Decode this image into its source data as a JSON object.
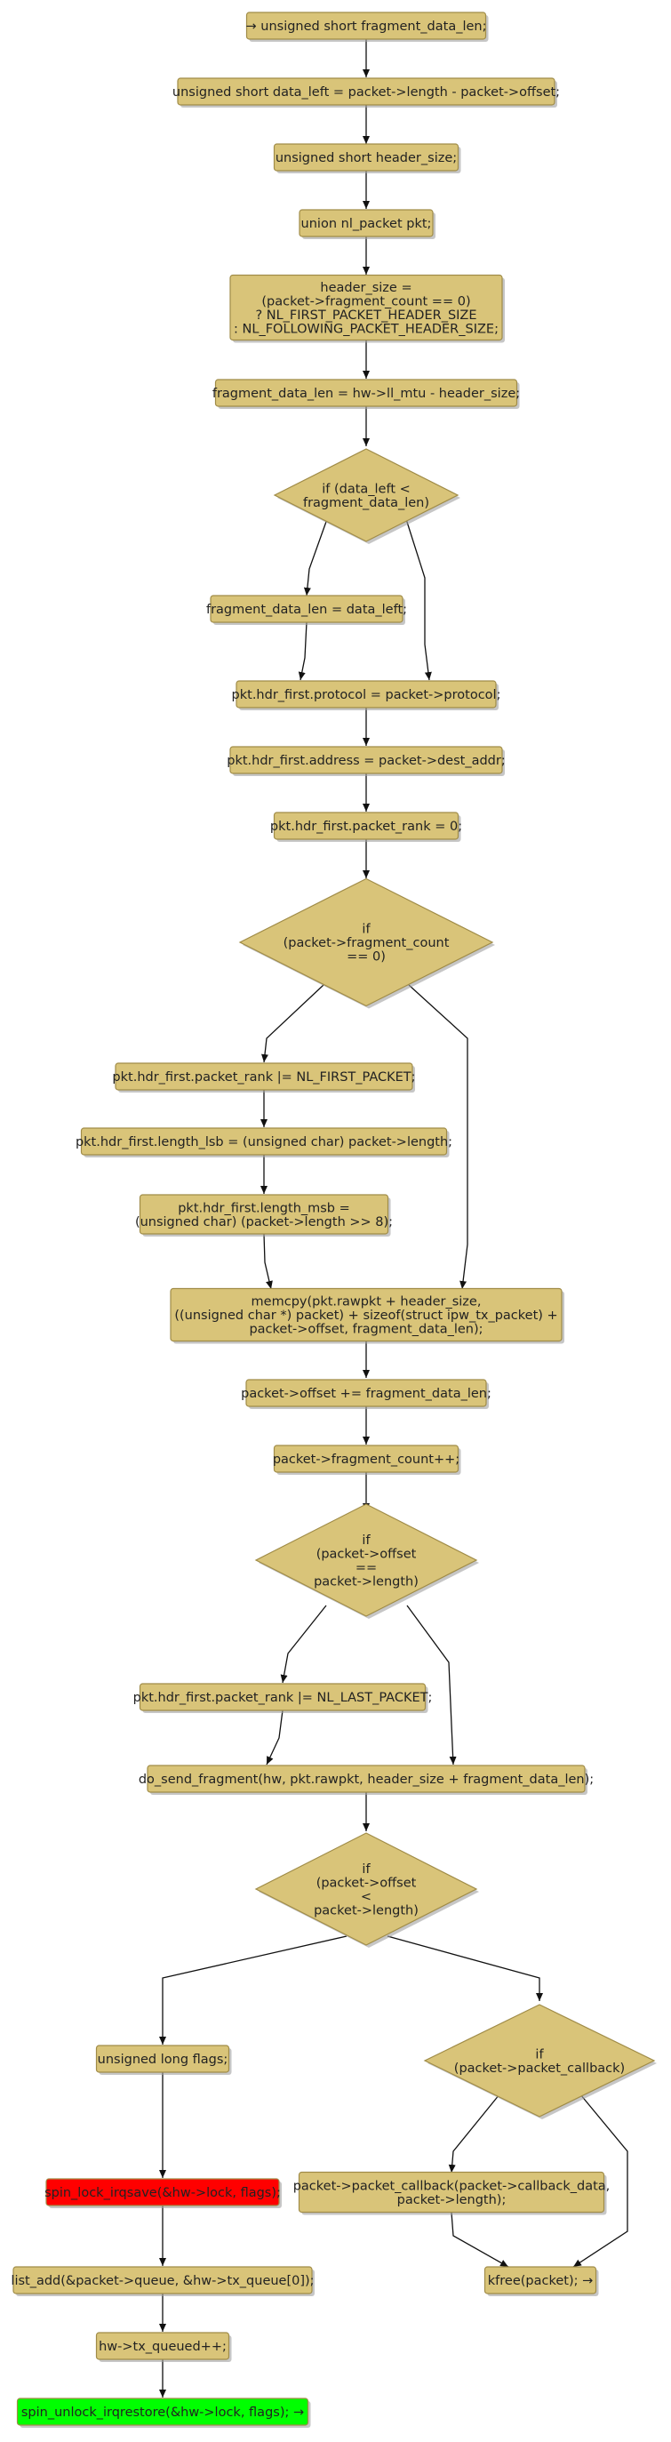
{
  "colors": {
    "node_fill": "#d9c479",
    "node_border": "#a08c48",
    "red_node_fill": "#ff0000",
    "green_node_fill": "#00ff00",
    "edge": "#111111"
  },
  "nodes": [
    {
      "id": "n1",
      "kind": "action",
      "lines": [
        "→ unsigned short fragment_data_len;"
      ]
    },
    {
      "id": "n2",
      "kind": "action",
      "lines": [
        "unsigned short data_left = packet->length - packet->offset;"
      ]
    },
    {
      "id": "n3",
      "kind": "action",
      "lines": [
        "unsigned short header_size;"
      ]
    },
    {
      "id": "n4",
      "kind": "action",
      "lines": [
        "union nl_packet pkt;"
      ]
    },
    {
      "id": "n5",
      "kind": "action",
      "lines": [
        "header_size =",
        "(packet->fragment_count == 0)",
        "? NL_FIRST_PACKET_HEADER_SIZE",
        ": NL_FOLLOWING_PACKET_HEADER_SIZE;"
      ]
    },
    {
      "id": "n6",
      "kind": "action",
      "lines": [
        "fragment_data_len = hw->ll_mtu - header_size;"
      ]
    },
    {
      "id": "d1",
      "kind": "decision",
      "lines": [
        "if (data_left <",
        "fragment_data_len)"
      ]
    },
    {
      "id": "n7",
      "kind": "action",
      "lines": [
        "fragment_data_len = data_left;"
      ]
    },
    {
      "id": "n8",
      "kind": "action",
      "lines": [
        "pkt.hdr_first.protocol = packet->protocol;"
      ]
    },
    {
      "id": "n9",
      "kind": "action",
      "lines": [
        "pkt.hdr_first.address = packet->dest_addr;"
      ]
    },
    {
      "id": "n10",
      "kind": "action",
      "lines": [
        "pkt.hdr_first.packet_rank = 0;"
      ]
    },
    {
      "id": "d2",
      "kind": "decision",
      "lines": [
        "if",
        "(packet->fragment_count",
        "== 0)"
      ]
    },
    {
      "id": "n11",
      "kind": "action",
      "lines": [
        "pkt.hdr_first.packet_rank |= NL_FIRST_PACKET;"
      ]
    },
    {
      "id": "n12",
      "kind": "action",
      "lines": [
        "pkt.hdr_first.length_lsb = (unsigned char) packet->length;"
      ]
    },
    {
      "id": "n13",
      "kind": "action",
      "lines": [
        "pkt.hdr_first.length_msb =",
        "(unsigned char) (packet->length >> 8);"
      ]
    },
    {
      "id": "n14",
      "kind": "action",
      "lines": [
        "memcpy(pkt.rawpkt + header_size,",
        "((unsigned char *) packet) + sizeof(struct ipw_tx_packet) +",
        "packet->offset, fragment_data_len);"
      ]
    },
    {
      "id": "n15",
      "kind": "action",
      "lines": [
        "packet->offset += fragment_data_len;"
      ]
    },
    {
      "id": "n16",
      "kind": "action",
      "lines": [
        "packet->fragment_count++;"
      ]
    },
    {
      "id": "d3",
      "kind": "decision",
      "lines": [
        "if",
        "(packet->offset",
        "==",
        "packet->length)"
      ]
    },
    {
      "id": "n17",
      "kind": "action",
      "lines": [
        "pkt.hdr_first.packet_rank |= NL_LAST_PACKET;"
      ]
    },
    {
      "id": "n18",
      "kind": "action",
      "lines": [
        "do_send_fragment(hw, pkt.rawpkt, header_size + fragment_data_len);"
      ]
    },
    {
      "id": "d4",
      "kind": "decision",
      "lines": [
        "if",
        "(packet->offset",
        "<",
        "packet->length)"
      ]
    },
    {
      "id": "n19",
      "kind": "action",
      "lines": [
        "unsigned long flags;"
      ]
    },
    {
      "id": "d5",
      "kind": "decision",
      "lines": [
        "if",
        "(packet->packet_callback)"
      ]
    },
    {
      "id": "n20",
      "kind": "action",
      "style": "red",
      "lines": [
        "spin_lock_irqsave(&hw->lock, flags);"
      ]
    },
    {
      "id": "n21",
      "kind": "action",
      "lines": [
        "packet->packet_callback(packet->callback_data,",
        "packet->length);"
      ]
    },
    {
      "id": "n22",
      "kind": "action",
      "lines": [
        "list_add(&packet->queue, &hw->tx_queue[0]);"
      ]
    },
    {
      "id": "n23",
      "kind": "action",
      "lines": [
        "kfree(packet); →"
      ]
    },
    {
      "id": "n24",
      "kind": "action",
      "lines": [
        "hw->tx_queued++;"
      ]
    },
    {
      "id": "n25",
      "kind": "action",
      "style": "green",
      "lines": [
        "spin_unlock_irqrestore(&hw->lock, flags); →"
      ]
    }
  ]
}
